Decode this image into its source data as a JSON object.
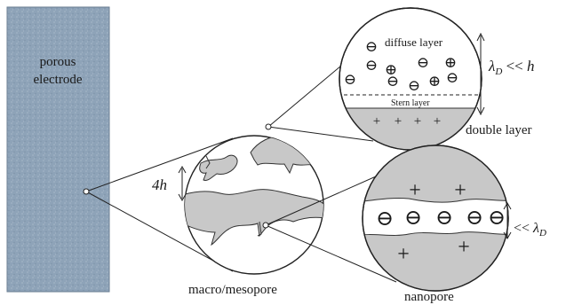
{
  "electrode": {
    "label_line1": "porous",
    "label_line2": "electrode",
    "fill_color": "#8ea3b8"
  },
  "macro": {
    "caption": "macro/mesopore",
    "spacing_label": "4h"
  },
  "double_layer": {
    "diffuse_label": "diffuse layer",
    "stern_label": "Stern layer",
    "caption": "double layer",
    "relation_label": "λD << h",
    "ions": [
      "⊖",
      "⊖",
      "⊖",
      "⊖",
      "⊕",
      "⊖",
      "⊕",
      "⊖",
      "⊖",
      "⊕"
    ],
    "surface_charges": [
      "+",
      "+",
      "+",
      "+"
    ]
  },
  "nanopore": {
    "caption": "nanopore",
    "relation_label": "<< λD",
    "top_charges": [
      "+",
      "+"
    ],
    "bottom_charges": [
      "+",
      "+"
    ],
    "center_ions": [
      "⊖",
      "⊖",
      "⊖",
      "⊖",
      "⊖"
    ]
  },
  "colors": {
    "pore_gray": "#c8c8c8",
    "stroke": "#222222"
  }
}
